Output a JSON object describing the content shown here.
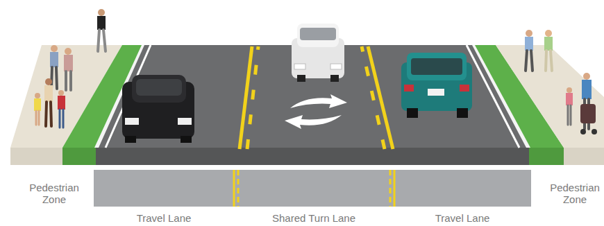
{
  "diagram": {
    "labels": [
      "Pedestrian Zone",
      "Pedestrian Zone",
      "Travel Lane",
      "Shared Turn Lane",
      "Travel Lane"
    ]
  }
}
